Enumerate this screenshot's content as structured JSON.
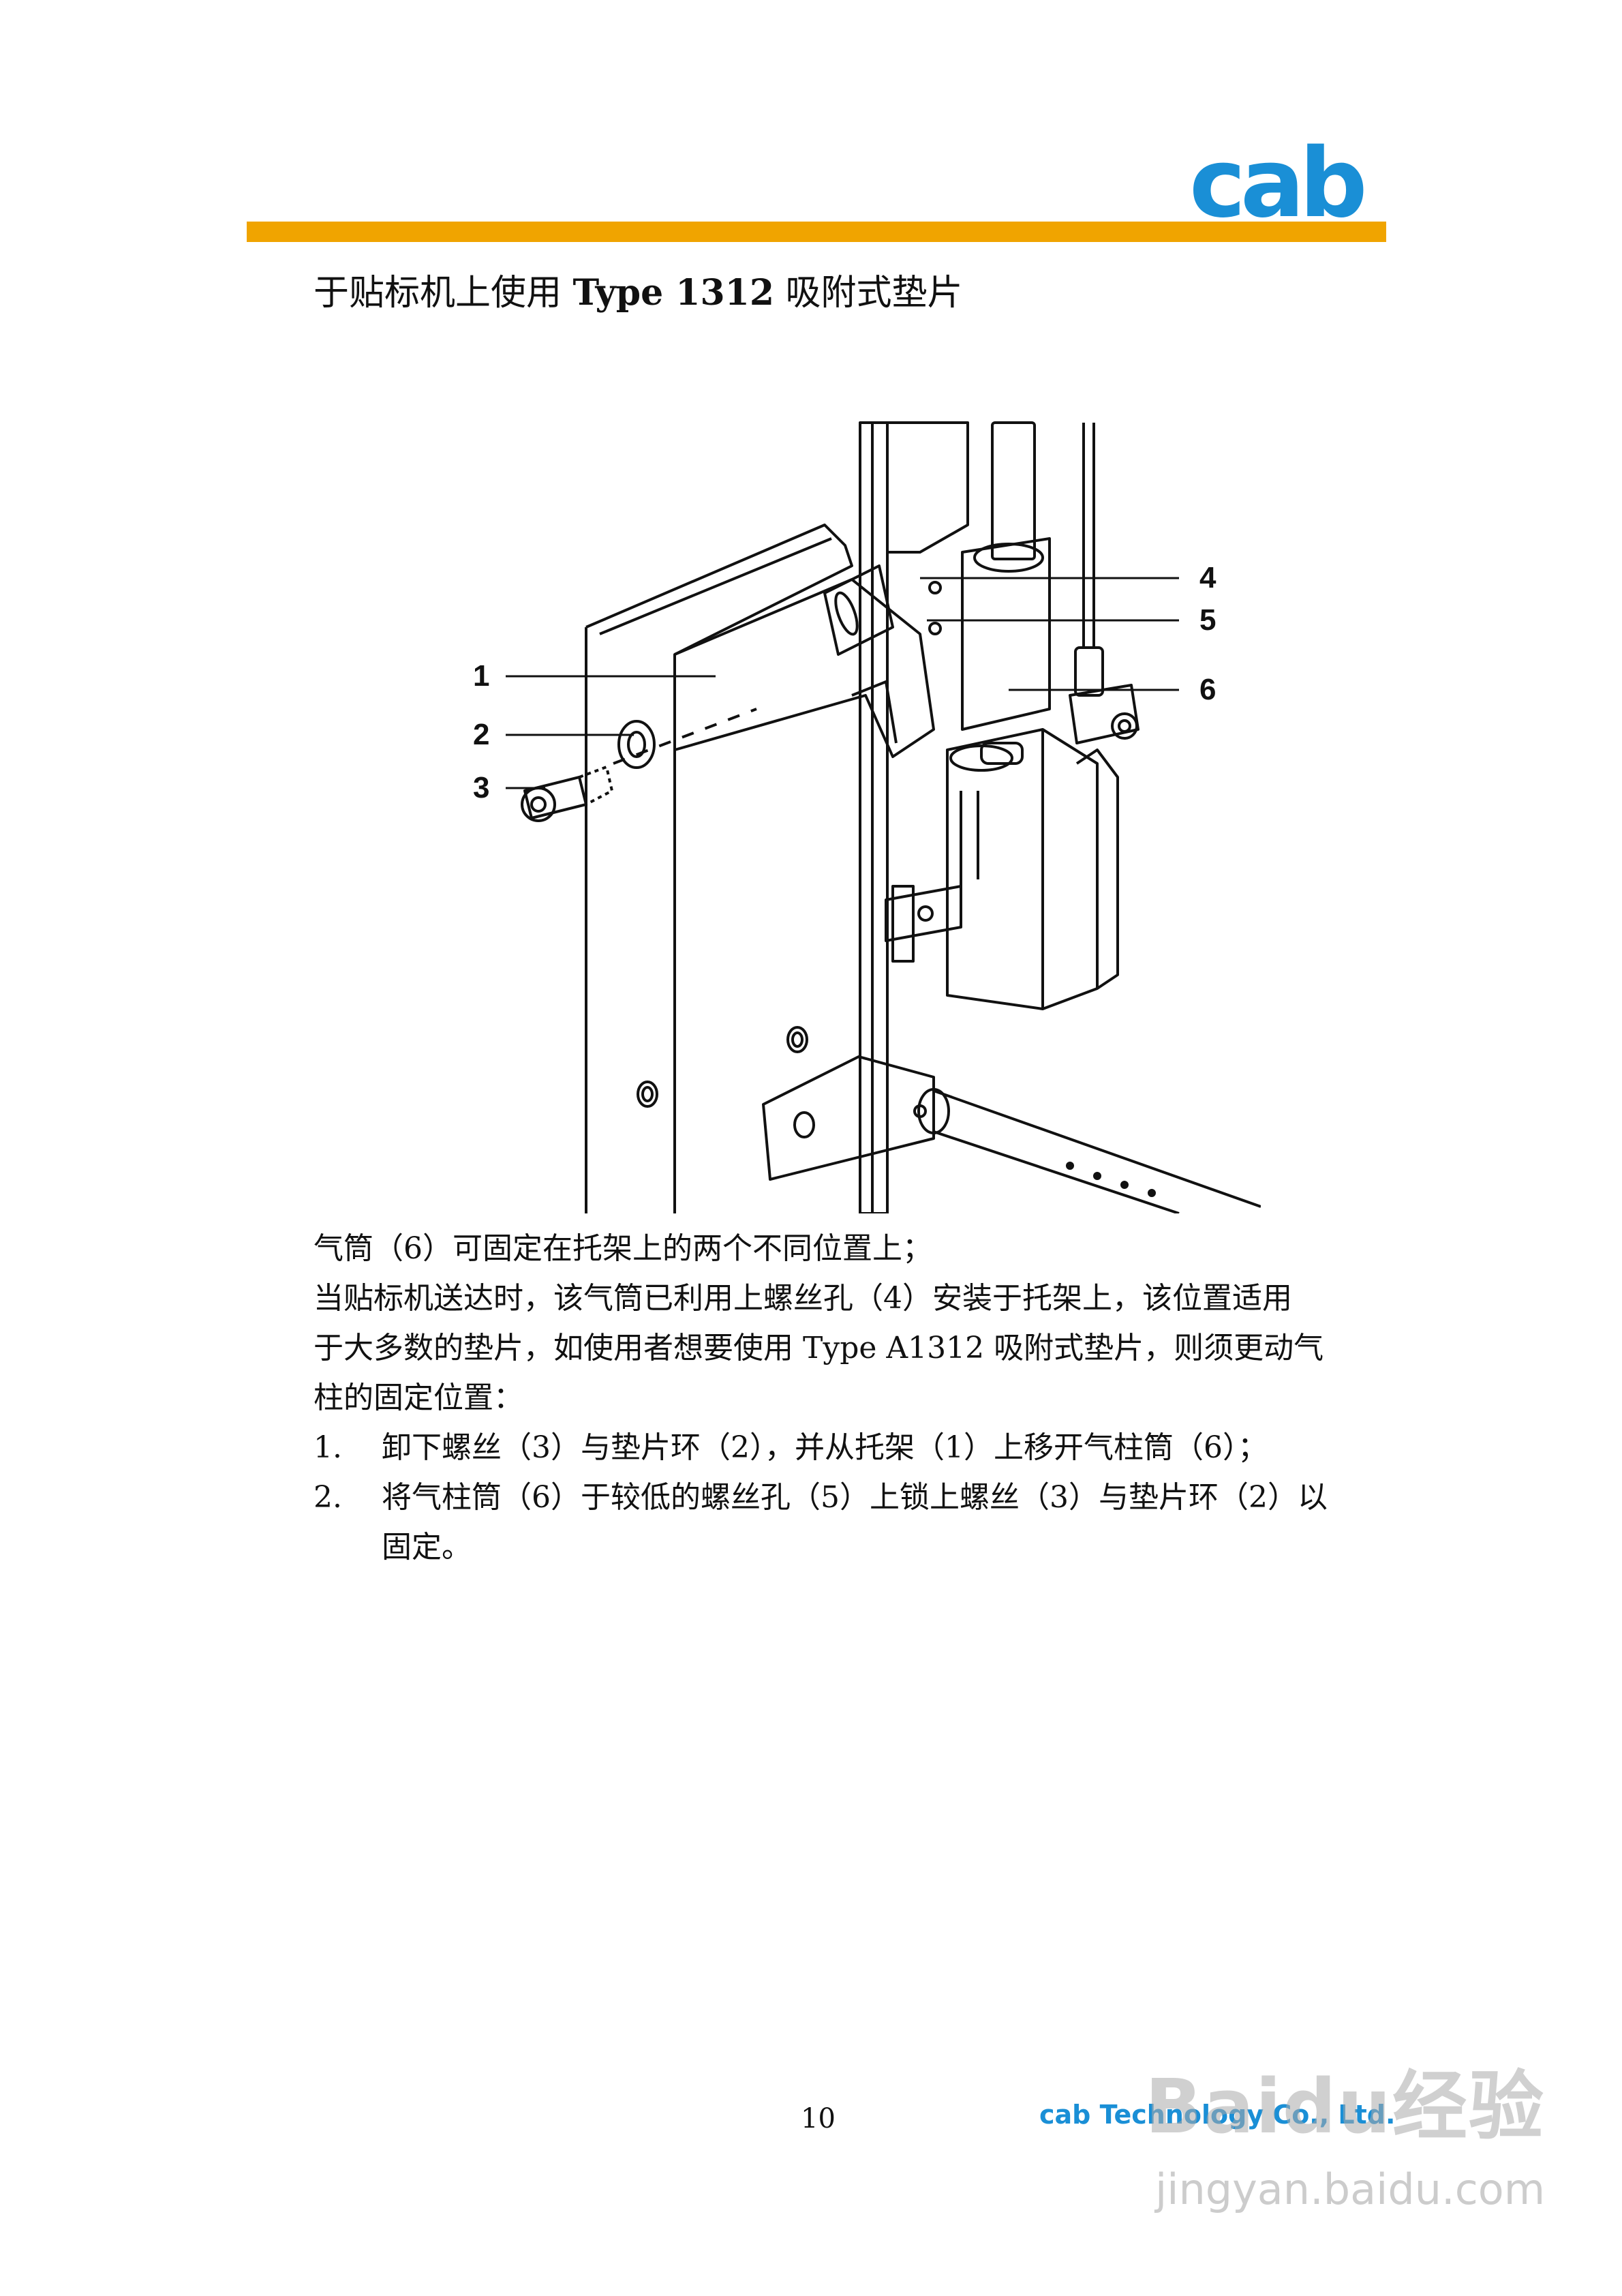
{
  "header": {
    "logo_text": "cab",
    "brand_color": "#1a8fd6",
    "bar_color": "#f0a400"
  },
  "title": {
    "prefix": "于贴标机上使用 ",
    "bold": "Type 1312",
    "suffix": " 吸附式垫片"
  },
  "figure": {
    "callouts": [
      "1",
      "2",
      "3",
      "4",
      "5",
      "6"
    ]
  },
  "body": {
    "line1": "气筒（6）可固定在托架上的两个不同位置上；",
    "line2": "当贴标机送达时，该气筒已利用上螺丝孔（4）安装于托架上，该位置适用",
    "line3": "于大多数的垫片，如使用者想要使用 Type A1312 吸附式垫片，则须更动气",
    "line4": "柱的固定位置：",
    "steps": [
      {
        "num": "1.",
        "lines": [
          "卸下螺丝（3）与垫片环（2），并从托架（1）上移开气柱筒（6）；"
        ]
      },
      {
        "num": "2.",
        "lines": [
          "将气柱筒（6）于较低的螺丝孔（5）上锁上螺丝（3）与垫片环（2）以",
          "固定。"
        ]
      }
    ]
  },
  "footer": {
    "page_number": "10",
    "company": "cab  Technology  Co., Ltd."
  },
  "watermark": {
    "logo": "Baidu经验",
    "url": "jingyan.baidu.com"
  }
}
